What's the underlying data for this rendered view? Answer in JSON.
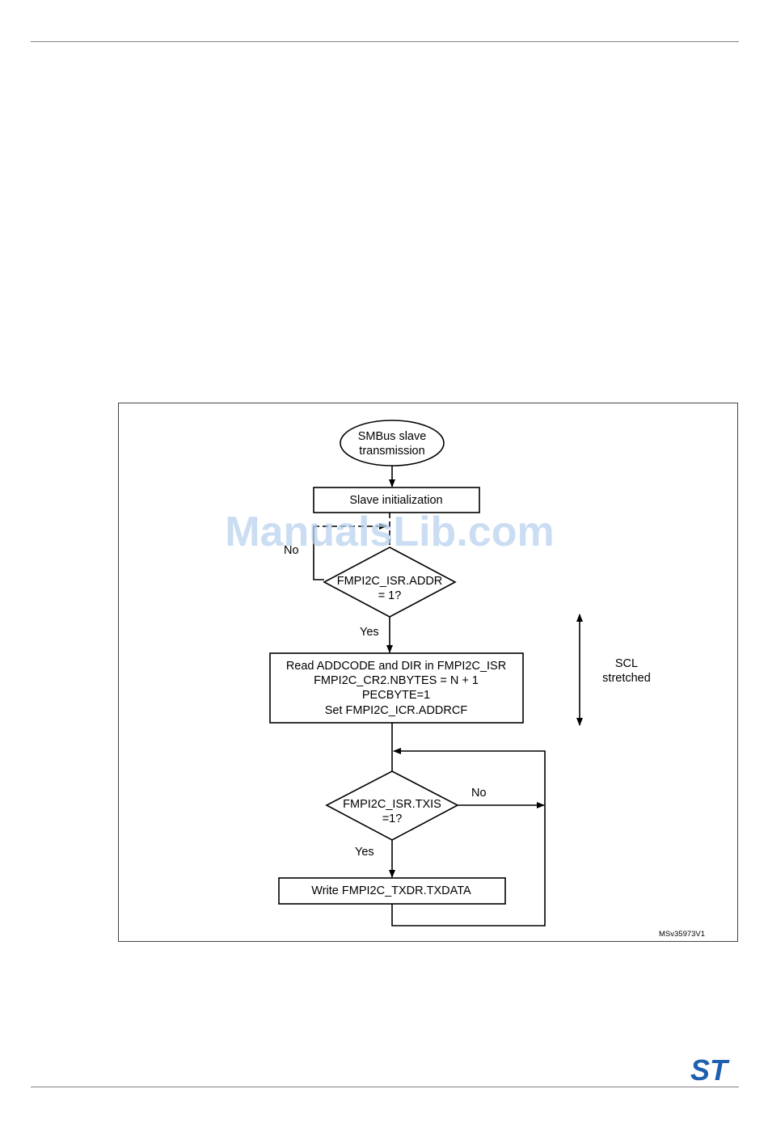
{
  "flow": {
    "start": {
      "line1": "SMBus slave",
      "line2": "transmission"
    },
    "init": "Slave initialization",
    "addr_check": {
      "line1": "FMPI2C_ISR.ADDR",
      "line2": "= 1?",
      "no": "No",
      "yes": "Yes"
    },
    "read_block": {
      "line1": "Read ADDCODE and DIR in FMPI2C_ISR",
      "line2": "FMPI2C_CR2.NBYTES = N + 1",
      "line3": "PECBYTE=1",
      "line4": "Set FMPI2C_ICR.ADDRCF"
    },
    "scl": {
      "line1": "SCL",
      "line2": "stretched"
    },
    "txis_check": {
      "line1": "FMPI2C_ISR.TXIS",
      "line2": "=1?",
      "no": "No",
      "yes": "Yes"
    },
    "write": "Write FMPI2C_TXDR.TXDATA",
    "figure_id": "MSv35973V1"
  },
  "watermark": "ManualsLib.com",
  "logo": {
    "label": "ST",
    "color": "#1f5fae"
  }
}
